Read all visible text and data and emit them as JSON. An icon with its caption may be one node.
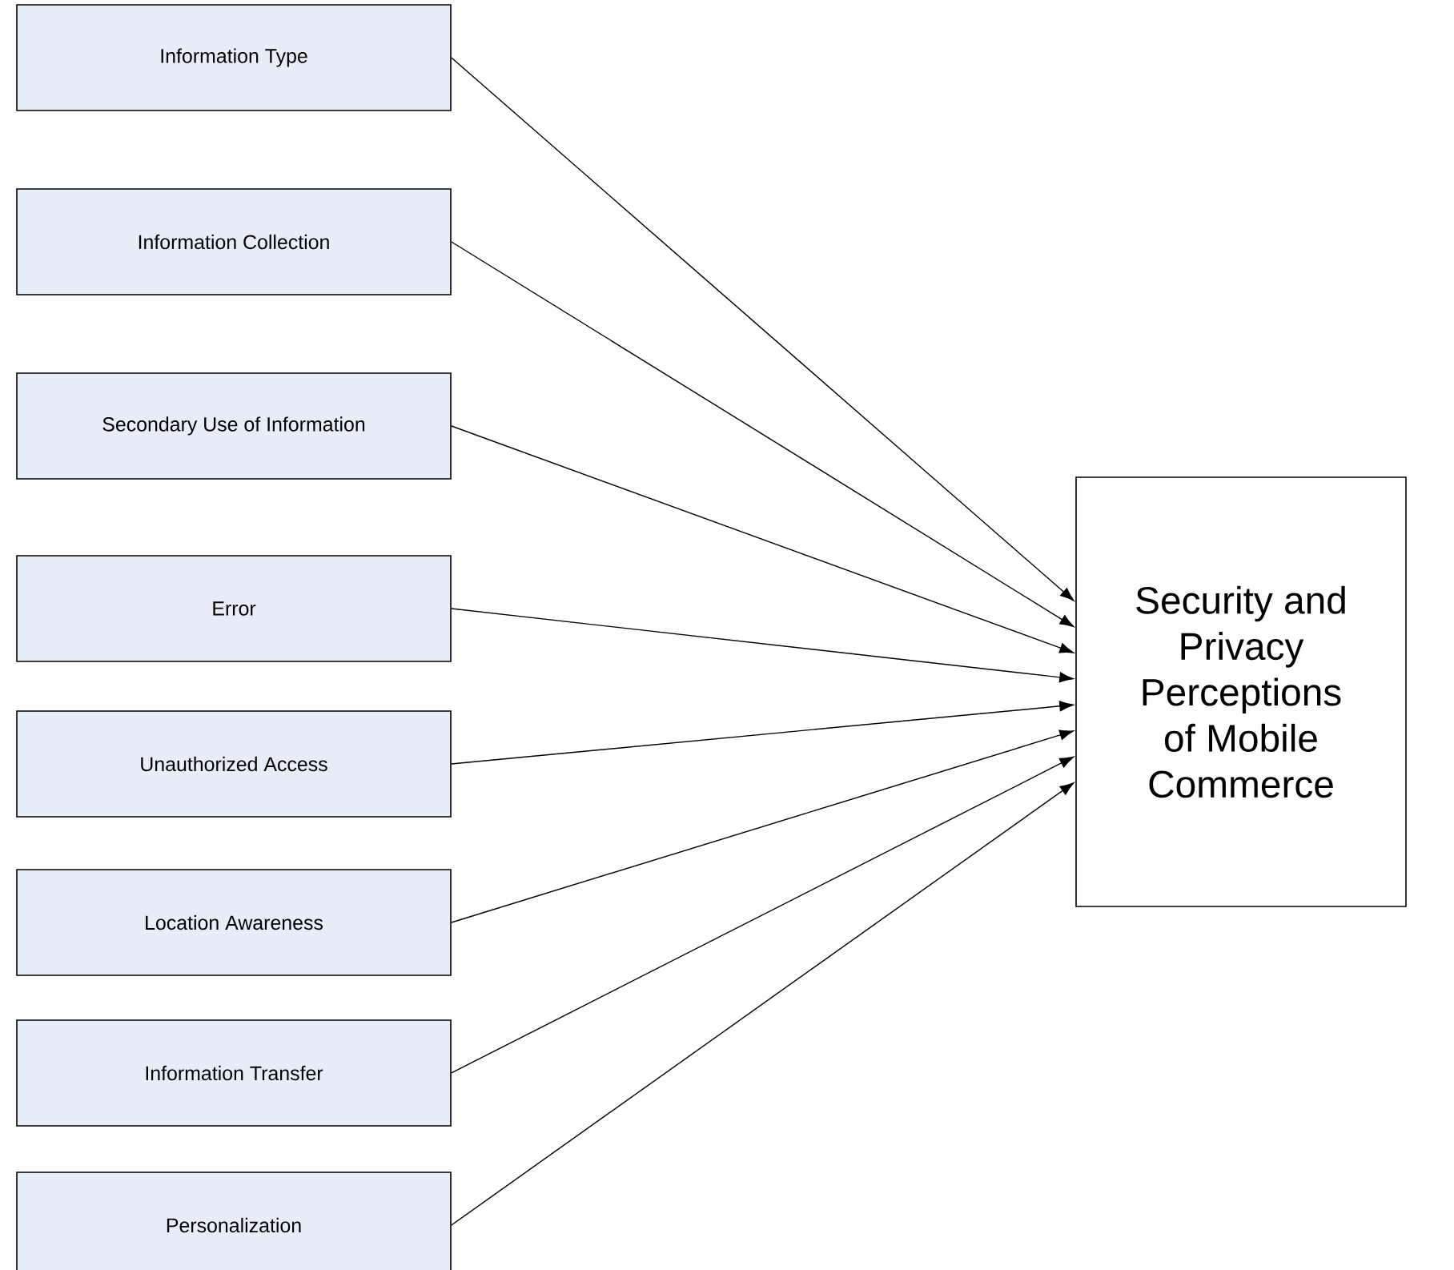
{
  "diagram": {
    "nodes": [
      {
        "text": [
          "Information Type"
        ]
      },
      {
        "text": [
          "Information Collection"
        ]
      },
      {
        "text": [
          "Secondary Use of Information"
        ]
      },
      {
        "text": [
          "Error"
        ]
      },
      {
        "text": [
          "Unauthorized Access"
        ]
      },
      {
        "text": [
          "Location Awareness"
        ]
      },
      {
        "text": [
          "Information Transfer"
        ]
      },
      {
        "text": [
          "Personalization"
        ]
      },
      {
        "text": [
          "Security and Privacy Perceptions of Mobile Commerce"
        ]
      }
    ],
    "edges": [
      {
        "from": 0,
        "to": 8,
        "arrow": "to"
      },
      {
        "from": 1,
        "to": 8,
        "arrow": "to"
      },
      {
        "from": 2,
        "to": 8,
        "arrow": "to"
      },
      {
        "from": 3,
        "to": 8,
        "arrow": "to"
      },
      {
        "from": 4,
        "to": 8,
        "arrow": "to"
      },
      {
        "from": 5,
        "to": 8,
        "arrow": "to"
      },
      {
        "from": 6,
        "to": 8,
        "arrow": "to"
      },
      {
        "from": 7,
        "to": 8,
        "arrow": "to"
      }
    ]
  }
}
